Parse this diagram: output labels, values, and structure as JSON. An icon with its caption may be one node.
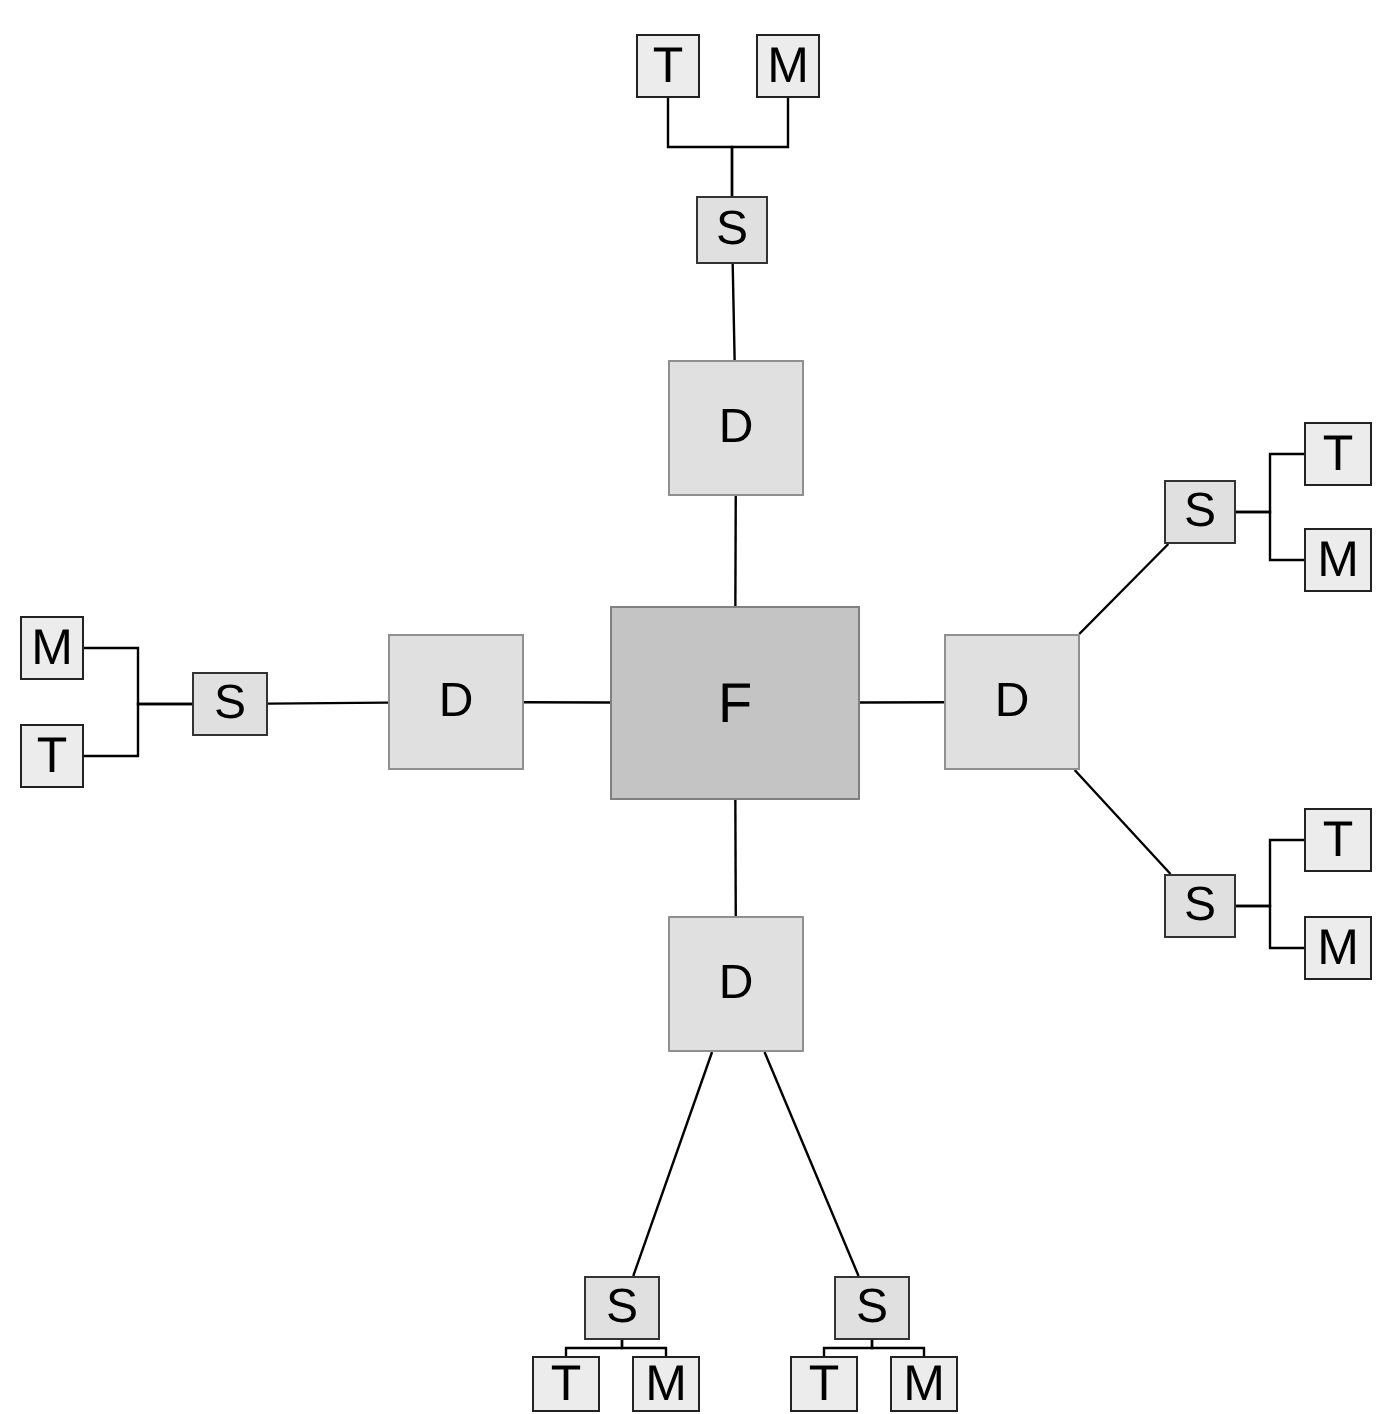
{
  "diagram": {
    "nodes": [
      {
        "text": [
          "T"
        ]
      },
      {
        "text": [
          "M"
        ]
      },
      {
        "text": [
          "S"
        ]
      },
      {
        "text": [
          "D"
        ]
      },
      {
        "text": [
          "M"
        ]
      },
      {
        "text": [
          "T"
        ]
      },
      {
        "text": [
          "S"
        ]
      },
      {
        "text": [
          "D"
        ]
      },
      {
        "text": [
          "F"
        ]
      },
      {
        "text": [
          "D"
        ]
      },
      {
        "text": [
          "S"
        ]
      },
      {
        "text": [
          "T"
        ]
      },
      {
        "text": [
          "M"
        ]
      },
      {
        "text": [
          "S"
        ]
      },
      {
        "text": [
          "T"
        ]
      },
      {
        "text": [
          "M"
        ]
      },
      {
        "text": [
          "D"
        ]
      },
      {
        "text": [
          "S"
        ]
      },
      {
        "text": [
          "S"
        ]
      },
      {
        "text": [
          "T"
        ]
      },
      {
        "text": [
          "M"
        ]
      },
      {
        "text": [
          "T"
        ]
      },
      {
        "text": [
          "M"
        ]
      }
    ],
    "edges": [
      {
        "from": 8,
        "to": 3,
        "arrow": "none"
      },
      {
        "from": 8,
        "to": 7,
        "arrow": "none"
      },
      {
        "from": 8,
        "to": 9,
        "arrow": "none"
      },
      {
        "from": 8,
        "to": 16,
        "arrow": "none"
      },
      {
        "from": 3,
        "to": 2,
        "arrow": "none"
      },
      {
        "from": 2,
        "to": 0,
        "arrow": "none"
      },
      {
        "from": 2,
        "to": 1,
        "arrow": "none"
      },
      {
        "from": 7,
        "to": 6,
        "arrow": "none"
      },
      {
        "from": 6,
        "to": 4,
        "arrow": "none"
      },
      {
        "from": 6,
        "to": 5,
        "arrow": "none"
      },
      {
        "from": 9,
        "to": 10,
        "arrow": "none"
      },
      {
        "from": 9,
        "to": 13,
        "arrow": "none"
      },
      {
        "from": 10,
        "to": 11,
        "arrow": "none"
      },
      {
        "from": 10,
        "to": 12,
        "arrow": "none"
      },
      {
        "from": 13,
        "to": 14,
        "arrow": "none"
      },
      {
        "from": 13,
        "to": 15,
        "arrow": "none"
      },
      {
        "from": 16,
        "to": 17,
        "arrow": "none"
      },
      {
        "from": 16,
        "to": 18,
        "arrow": "none"
      },
      {
        "from": 17,
        "to": 19,
        "arrow": "none"
      },
      {
        "from": 17,
        "to": 20,
        "arrow": "none"
      },
      {
        "from": 18,
        "to": 21,
        "arrow": "none"
      },
      {
        "from": 18,
        "to": 22,
        "arrow": "none"
      }
    ]
  }
}
